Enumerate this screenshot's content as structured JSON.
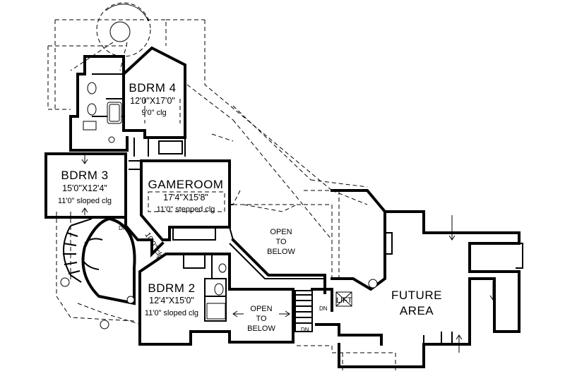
{
  "rooms": {
    "bdrm4": {
      "name": "BDRM  4",
      "size": "12'0\"X17'0\"",
      "ceiling": "9'0\"  clg"
    },
    "bdrm3": {
      "name": "BDRM  3",
      "size": "15'0\"X12'4\"",
      "ceiling": "11'0\"  sloped clg"
    },
    "gameroom": {
      "name": "GAMEROOM",
      "size": "17'4\"X15'8\"",
      "ceiling": "11'0\"  stepped clg"
    },
    "bdrm2": {
      "name": "BDRM  2",
      "size": "12'4\"X15'0\"",
      "ceiling": "11'0\"  sloped clg"
    },
    "future": {
      "line1": "FUTURE",
      "line2": "AREA"
    }
  },
  "labels": {
    "open_below_1": {
      "line1": "OPEN",
      "line2": "TO",
      "line3": "BELOW"
    },
    "open_below_2": {
      "line1": "OPEN",
      "line2": "TO",
      "line3": "BELOW"
    },
    "hall_clg": "10'0\"  clg",
    "lift": "LIFT",
    "dn_1": "DN",
    "dn_2": "DN",
    "dn_3": "DN"
  }
}
